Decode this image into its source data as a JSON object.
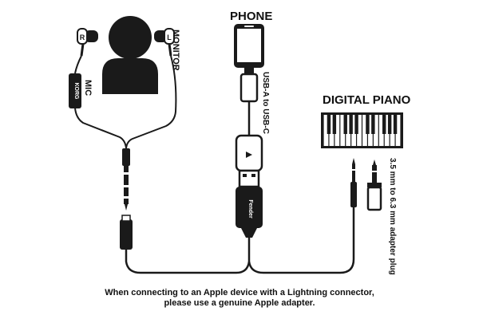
{
  "labels": {
    "phone": "PHONE",
    "digital_piano": "DIGITAL PIANO",
    "monitor": "MONITOR",
    "mic": "MIC",
    "usb_adapter": "USB-A to USB-C",
    "plug_adapter": "3.5 mm to 6.3 mm adapter plug",
    "earbud_right": "R",
    "earbud_left": "L",
    "mic_brand": "KORG",
    "interface_brand": "Fender"
  },
  "note": {
    "line1": "When connecting to an Apple device with a Lightning connector,",
    "line2": "please use a genuine Apple adapter."
  }
}
